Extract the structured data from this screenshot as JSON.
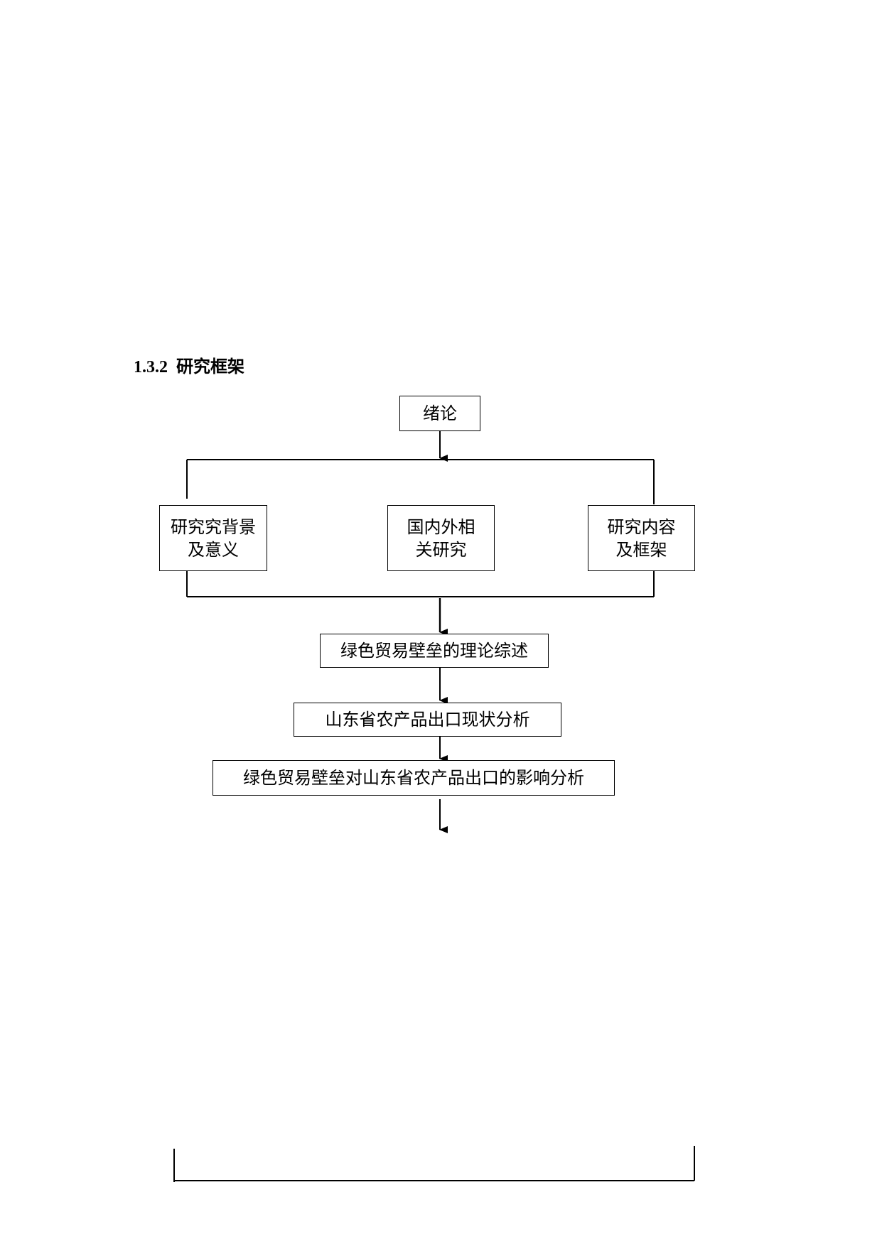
{
  "section_heading": "1.3.2  研究框架",
  "nodes": {
    "intro": "绪论",
    "background": "研究究背景\n及意义",
    "literature": "国内外相\n关研究",
    "content": "研究内容\n及框架",
    "theory": "绿色贸易壁垒的理论综述",
    "status": "山东省农产品出口现状分析",
    "impact": "绿色贸易壁垒对山东省农产品出口的影响分析"
  }
}
